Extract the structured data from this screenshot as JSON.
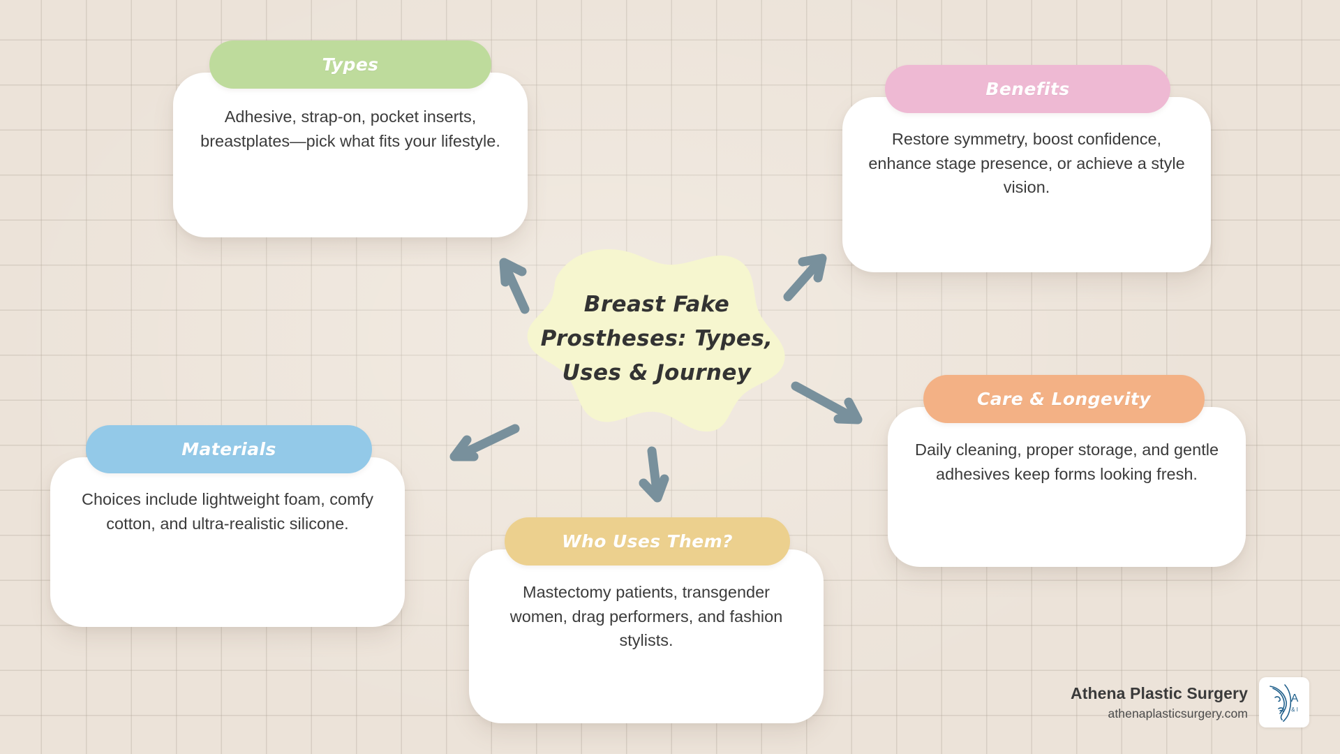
{
  "background": {
    "color": "#ece3d9",
    "grid_line_color": "#b0a498"
  },
  "center": {
    "blob_color": "#f6f6cf",
    "title_line_1": "Breast Fake",
    "title_line_2": "Prostheses: Types,",
    "title_line_3": "Uses & Journey",
    "title_full": "Breast Fake Prostheses: Types, Uses & Journey",
    "text_color": "#333333"
  },
  "arrows": {
    "color": "#78909c",
    "count": 5,
    "directions": [
      "up-left",
      "up-right",
      "down-right",
      "down-left",
      "down"
    ]
  },
  "cards": [
    {
      "id": "types",
      "header": "Types",
      "header_color": "#bedb9c",
      "body": "Adhesive, strap-on, pocket inserts, breastplates—pick what fits your lifestyle.",
      "body_color": "#ffffff"
    },
    {
      "id": "benefits",
      "header": "Benefits",
      "header_color": "#eeb9d3",
      "body": "Restore symmetry, boost confidence, enhance stage presence, or achieve a style vision.",
      "body_color": "#ffffff"
    },
    {
      "id": "care",
      "header": "Care & Longevity",
      "header_color": "#f3b185",
      "body": "Daily cleaning, proper storage, and gentle adhesives keep forms looking fresh.",
      "body_color": "#ffffff"
    },
    {
      "id": "materials",
      "header": "Materials",
      "header_color": "#93c9e8",
      "body": "Choices include lightweight foam, comfy cotton, and ultra-realistic silicone.",
      "body_color": "#ffffff"
    },
    {
      "id": "who",
      "header": "Who Uses Them?",
      "header_color": "#ecd08e",
      "body": "Mastectomy patients, transgender women, drag performers, and fashion stylists.",
      "body_color": "#ffffff"
    }
  ],
  "brand": {
    "name": "Athena Plastic Surgery",
    "url": "athenaplasticsurgery.com",
    "logo_letter": "A",
    "logo_sub": "& I",
    "logo_color": "#1f5f8b"
  }
}
